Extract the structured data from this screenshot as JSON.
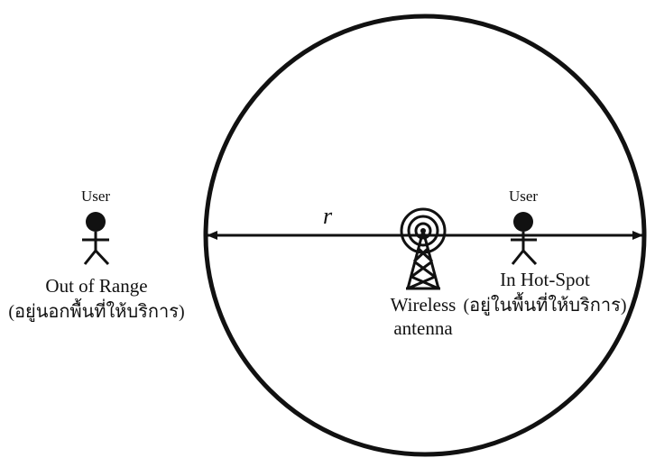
{
  "diagram": {
    "radius_label": "r",
    "antenna": {
      "line1": "Wireless",
      "line2": "antenna"
    },
    "user_out": {
      "tag": "User",
      "status": "Out of Range",
      "status_thai": "(อยู่นอกพื้นที่ให้บริการ)"
    },
    "user_in": {
      "tag": "User",
      "status": "In Hot-Spot",
      "status_thai": "(อยู่ในพื้นที่ให้บริการ)"
    },
    "colors": {
      "stroke": "#111111",
      "background": "#ffffff"
    },
    "icons": [
      "person-icon",
      "antenna-tower-icon",
      "signal-waves-icon",
      "double-arrow"
    ]
  }
}
